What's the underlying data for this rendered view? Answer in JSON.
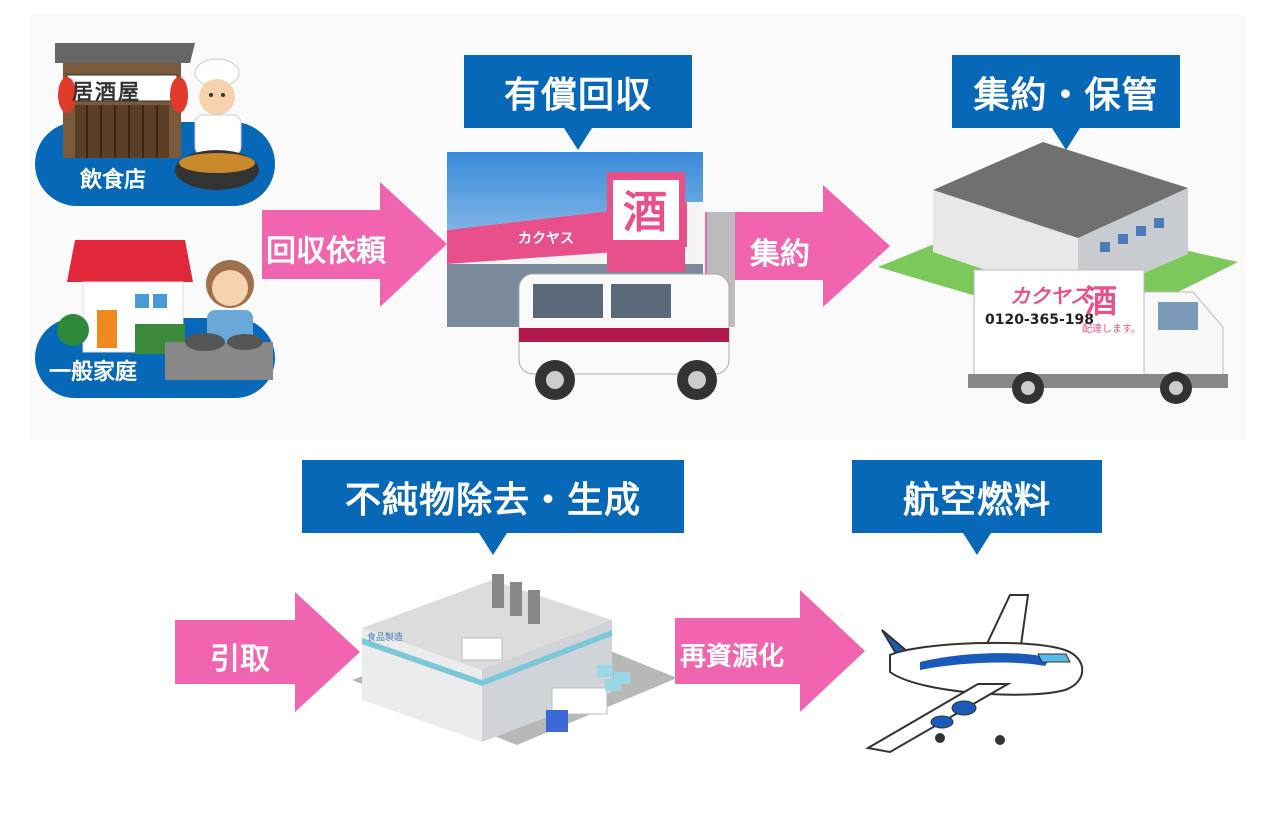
{
  "sources": {
    "restaurant": {
      "label": "飲食店",
      "sign": "居酒屋"
    },
    "household": {
      "label": "一般家庭"
    }
  },
  "arrows": {
    "request": "回収依頼",
    "consolidate": "集約",
    "pickup": "引取",
    "recycle": "再資源化"
  },
  "stages": {
    "paid_collection": {
      "title": "有償回収",
      "shop_sign": "酒",
      "shop_name": "カクヤス"
    },
    "consolidation": {
      "title": "集約・保管",
      "truck_brand": "カクヤス",
      "truck_phone": "0120-365-198",
      "truck_sign": "酒",
      "truck_slogan": "配達します。"
    },
    "refining": {
      "title": "不純物除去・生成",
      "factory_sign": "食品製造"
    },
    "fuel": {
      "title": "航空燃料"
    }
  },
  "colors": {
    "blue": "#0868b8",
    "pink": "#f064b0"
  }
}
